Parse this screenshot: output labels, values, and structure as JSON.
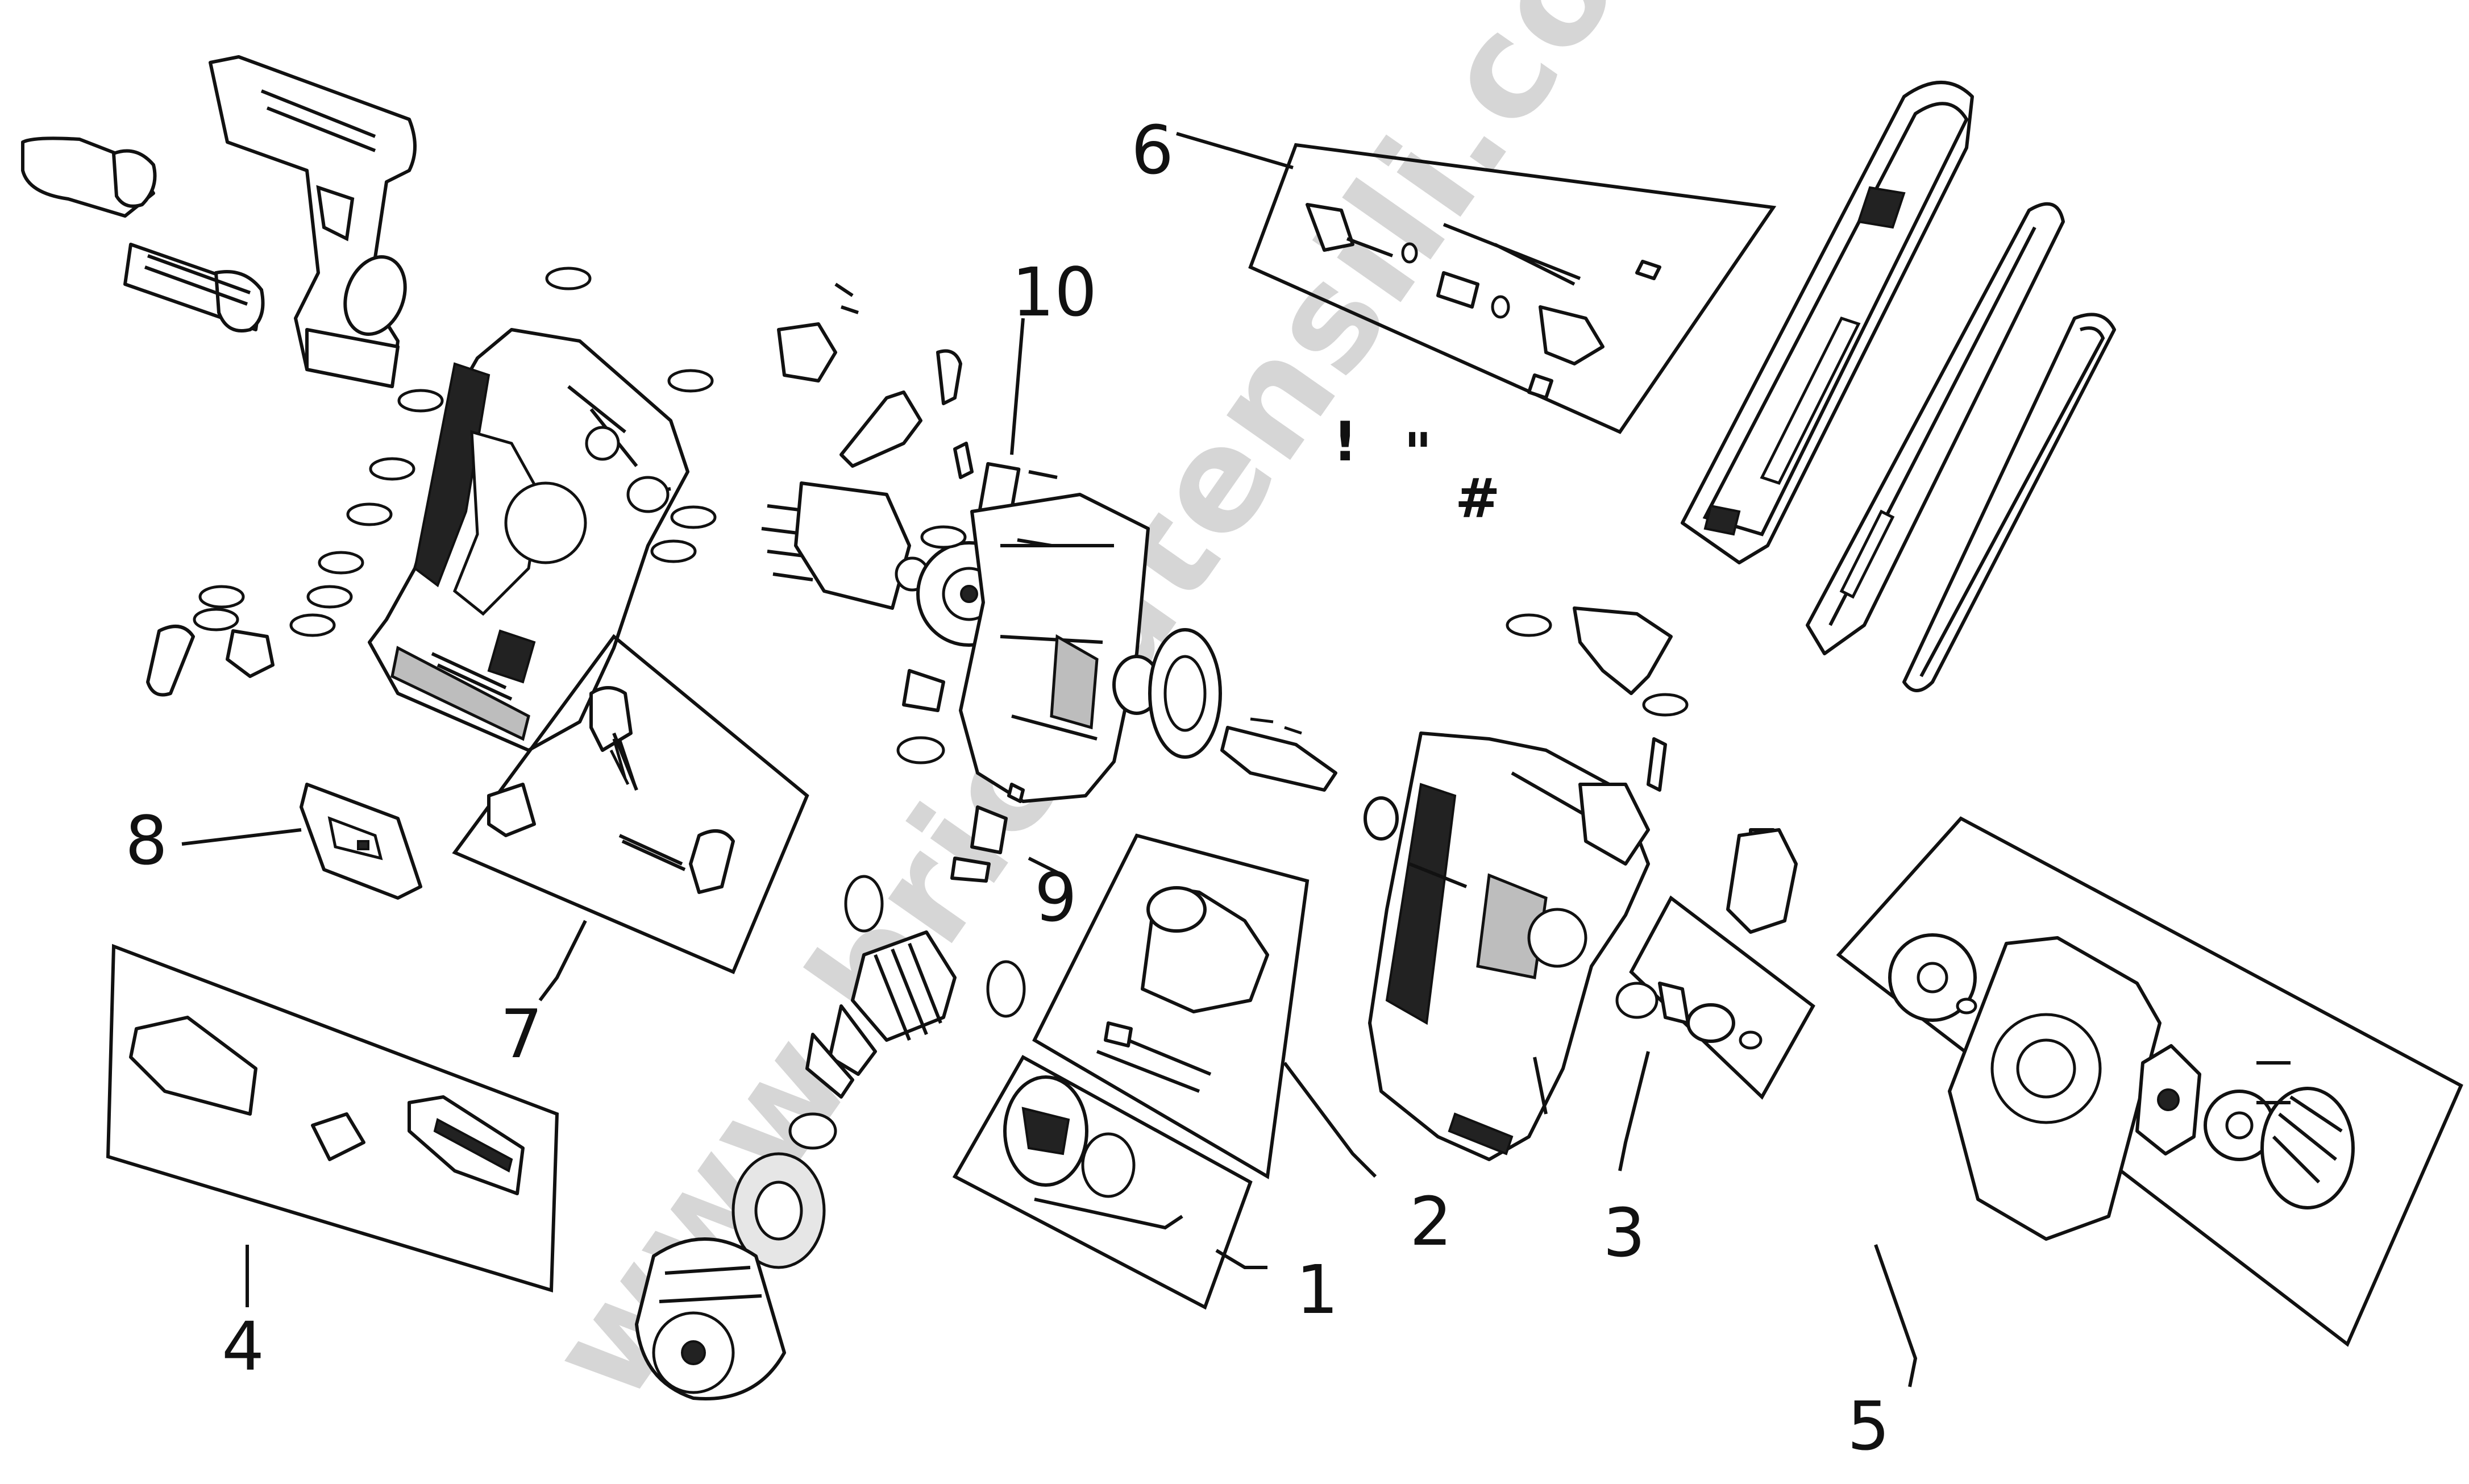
{
  "diagram": {
    "watermark": "www.bricoutensili.com",
    "callouts": [
      "1",
      "2",
      "3",
      "4",
      "5",
      "6",
      "7",
      "8",
      "9",
      "10"
    ],
    "symbols": [
      "!",
      "\"",
      "#"
    ]
  }
}
